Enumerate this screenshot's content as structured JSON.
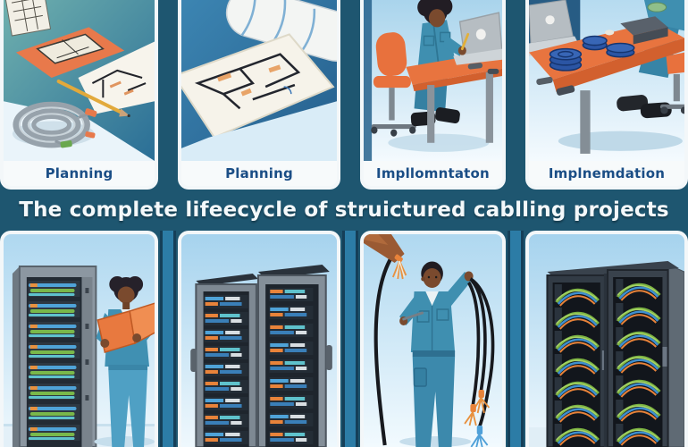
{
  "banner": {
    "text": "The complete lifeecycle of struictured cablling projects"
  },
  "top_panels": [
    {
      "label": "Planning",
      "scene": "floor-plan-sketches-cable-coil-and-pencil"
    },
    {
      "label": "Planning",
      "scene": "blueprint-sheet-with-rolled-plans"
    },
    {
      "label": "Impllomntaton",
      "scene": "technician-seated-at-orange-desk-with-laptop"
    },
    {
      "label": "Implnemdation",
      "scene": "workbench-with-cable-spools-and-seated-technician"
    }
  ],
  "bottom_panels": [
    {
      "scene": "technician-with-orange-folder-beside-patch-rack"
    },
    {
      "scene": "two-open-server-cabinets-with-patch-panels"
    },
    {
      "scene": "technician-holding-black-cable-loops-with-frayed-ends"
    },
    {
      "scene": "dark-server-racks-with-dressed-green-blue-orange-cables"
    }
  ],
  "colors": {
    "frame_teal": "#1E5670",
    "divider_blue": "#2C7CA6",
    "card_border": "#F3F7F9",
    "label_text": "#1B4E86",
    "banner_text": "#F3F8FA",
    "accent_orange": "#E8743F",
    "uniform_teal": "#3F8FB0",
    "sky_blue": "#AFD8F0",
    "rack_gray": "#8C97A1",
    "dark_rack": "#323B45",
    "cable_green": "#7CB342",
    "cable_blue": "#3E8FD0"
  }
}
